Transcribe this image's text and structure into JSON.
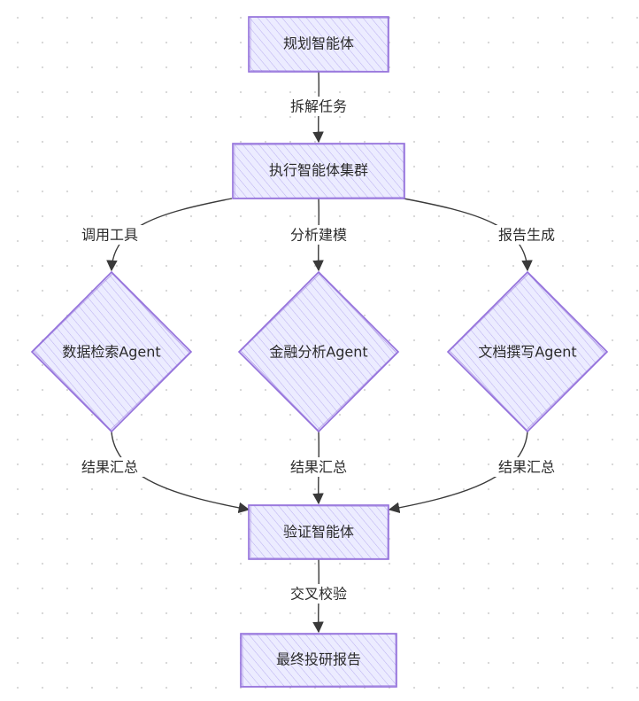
{
  "colors": {
    "node_fill": "#ececff",
    "node_stroke": "#9370db",
    "hatch": "#b9aef0",
    "edge": "#3a3a3a",
    "text": "#2b2b2b"
  },
  "nodes": {
    "planner": "规划智能体",
    "cluster": "执行智能体集群",
    "data_agent": "数据检索Agent",
    "finance_agent": "金融分析Agent",
    "doc_agent": "文档撰写Agent",
    "verify": "验证智能体",
    "report": "最终投研报告"
  },
  "edges": {
    "decompose": "拆解任务",
    "call_tools": "调用工具",
    "modeling": "分析建模",
    "report_gen": "报告生成",
    "summary_left": "结果汇总",
    "summary_mid": "结果汇总",
    "summary_right": "结果汇总",
    "cross_check": "交叉校验"
  }
}
